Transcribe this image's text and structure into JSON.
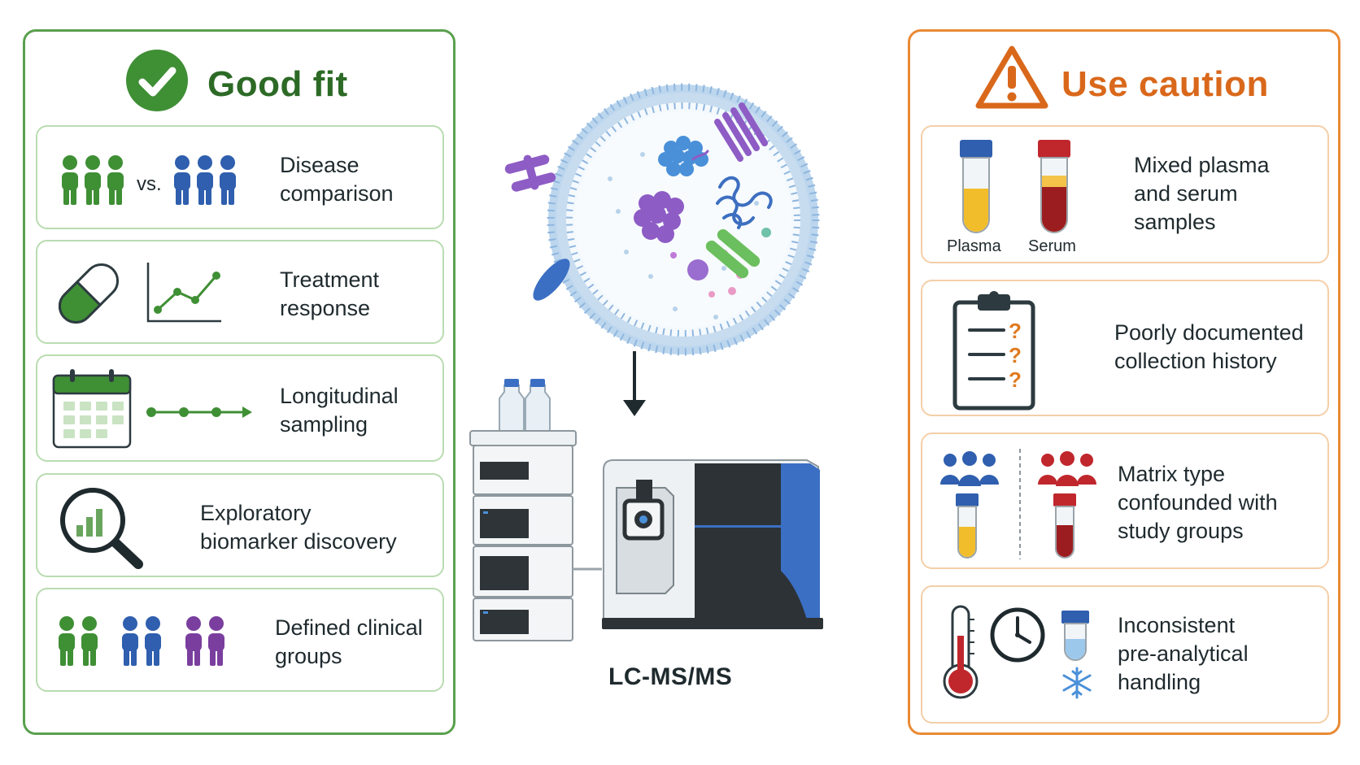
{
  "good_fit": {
    "title": "Good fit",
    "items": [
      {
        "lines": [
          "Disease",
          "comparison"
        ],
        "vs_label": "vs."
      },
      {
        "lines": [
          "Treatment",
          "response"
        ]
      },
      {
        "lines": [
          "Longitudinal",
          "sampling"
        ]
      },
      {
        "lines": [
          "Exploratory",
          "biomarker discovery"
        ]
      },
      {
        "lines": [
          "Defined clinical",
          "groups"
        ]
      }
    ]
  },
  "use_caution": {
    "title": "Use caution",
    "items": [
      {
        "lines": [
          "Mixed plasma",
          "and serum",
          "samples"
        ],
        "tube_labels": [
          "Plasma",
          "Serum"
        ]
      },
      {
        "lines": [
          "Poorly documented",
          "collection history"
        ]
      },
      {
        "lines": [
          "Matrix type",
          "confounded with",
          "study groups"
        ]
      },
      {
        "lines": [
          "Inconsistent",
          "pre-analytical",
          "handling"
        ]
      }
    ]
  },
  "instrument": {
    "label": "LC-MS/MS"
  },
  "colors": {
    "good_border": "#5aa04e",
    "good_title": "#2c6a26",
    "caution_border": "#e98a35",
    "caution_title": "#d9681b",
    "green_people": "#3f8f35",
    "blue_people": "#2f5fae",
    "purple_people": "#7a3f9e",
    "red_people": "#c0272d"
  },
  "icons": {
    "good_header": "check-circle-icon",
    "caution_header": "warning-triangle-icon"
  }
}
